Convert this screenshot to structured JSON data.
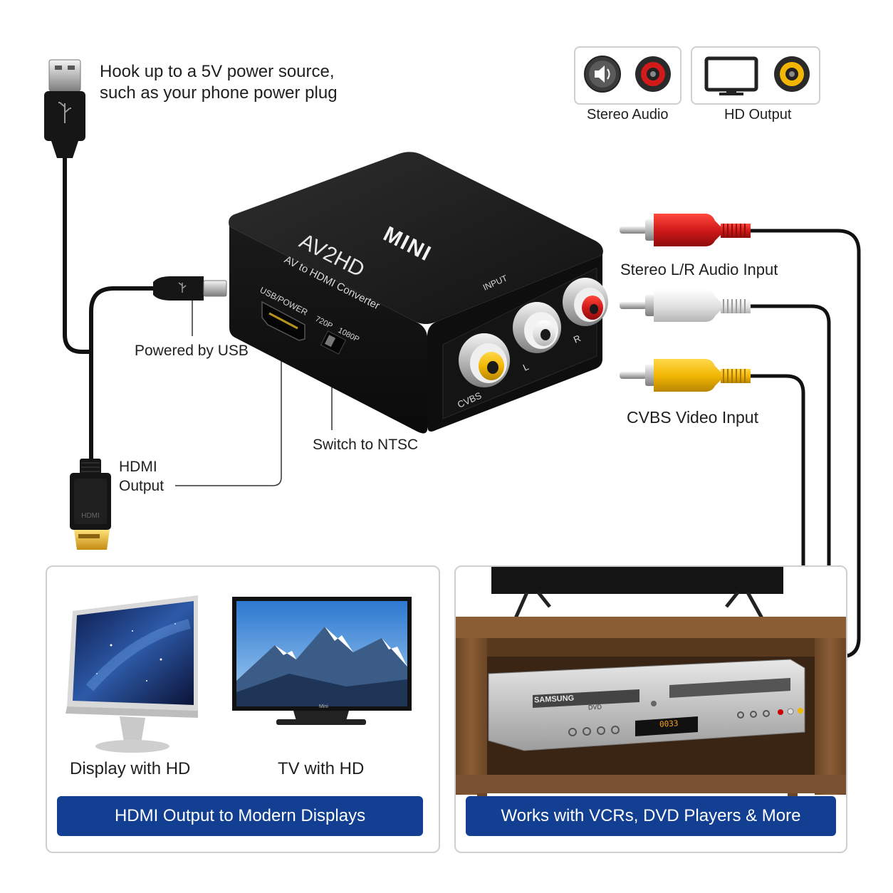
{
  "power_note": {
    "line1": "Hook up to a 5V power source,",
    "line2": "such as your phone power plug"
  },
  "legend": {
    "stereo_audio": "Stereo Audio",
    "hd_output": "HD Output"
  },
  "device": {
    "brand": "MINI",
    "model": "AV2HD",
    "subtitle": "AV to HDMI Converter",
    "usb_port_label": "USB/POWER",
    "switch_720": "720P",
    "switch_1080": "1080P",
    "input_label": "INPUT",
    "port_cvbs": "CVBS",
    "port_l": "L",
    "port_r": "R"
  },
  "callouts": {
    "powered_by_usb": "Powered by USB",
    "switch_ntsc": "Switch to NTSC",
    "hdmi_output_line1": "HDMI",
    "hdmi_output_line2": "Output",
    "stereo_input": "Stereo L/R Audio Input",
    "cvbs_input": "CVBS Video Input",
    "hdmi_plug_text": "HDMI"
  },
  "left_panel": {
    "display_caption": "Display with HD",
    "tv_caption": "TV with HD",
    "banner": "HDMI Output to Modern Displays",
    "tv_brand": "Mini"
  },
  "right_panel": {
    "banner": "Works with VCRs, DVD Players & More",
    "vcr_brand": "SAMSUNG",
    "vcr_dvd": "DVD",
    "vcr_counter": "0033"
  },
  "colors": {
    "banner_blue": "#123f92",
    "rca_red": "#d11a1a",
    "rca_white": "#e8e8e8",
    "rca_yellow": "#f2b705",
    "device_black": "#1b1b1b"
  }
}
